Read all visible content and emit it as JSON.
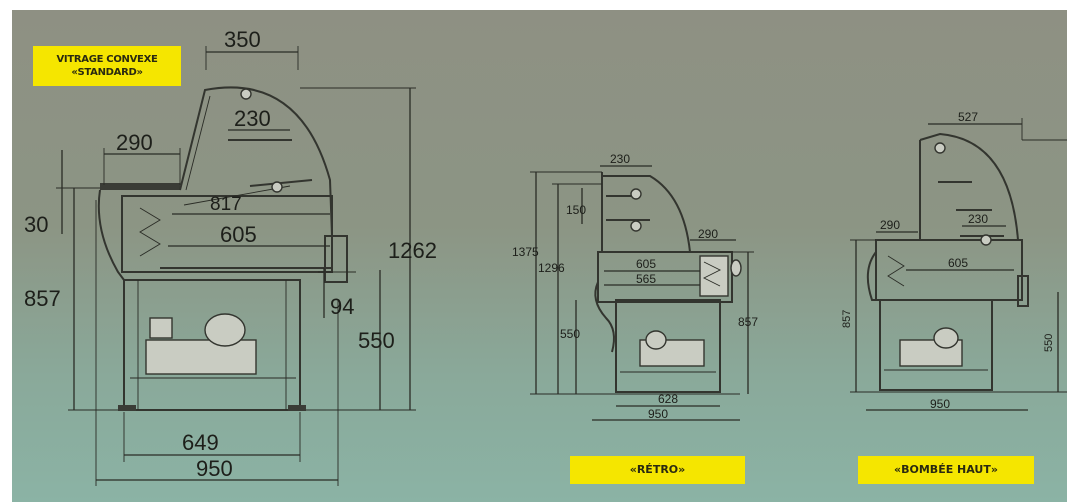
{
  "labels": {
    "standard_line1": "VITRAGE CONVEXE",
    "standard_line2": "«STANDARD»",
    "retro": "«RÉTRO»",
    "bombee": "«BOMBÉE HAUT»"
  },
  "standard_dims": {
    "top_width": "350",
    "shelf": "230",
    "deck": "290",
    "height_small": "30",
    "inner_depth": "817",
    "inner_width": "605",
    "total_height": "1262",
    "lower_height": "857",
    "offset": "94",
    "counter_height": "550",
    "base_width": "649",
    "overall_width": "950"
  },
  "retro_dims": {
    "shelf_top": "230",
    "shelf_gap": "150",
    "total_height": "1375",
    "glass_height": "1296",
    "deck": "290",
    "inner_width": "605",
    "inner_width2": "565",
    "counter_height": "550",
    "lower_height": "857",
    "base_width": "628",
    "overall_width": "950"
  },
  "bombee_dims": {
    "top_width": "527",
    "deck": "290",
    "shelf": "230",
    "inner_width": "605",
    "lower_height": "857",
    "counter_height": "550",
    "overall_width": "950"
  }
}
